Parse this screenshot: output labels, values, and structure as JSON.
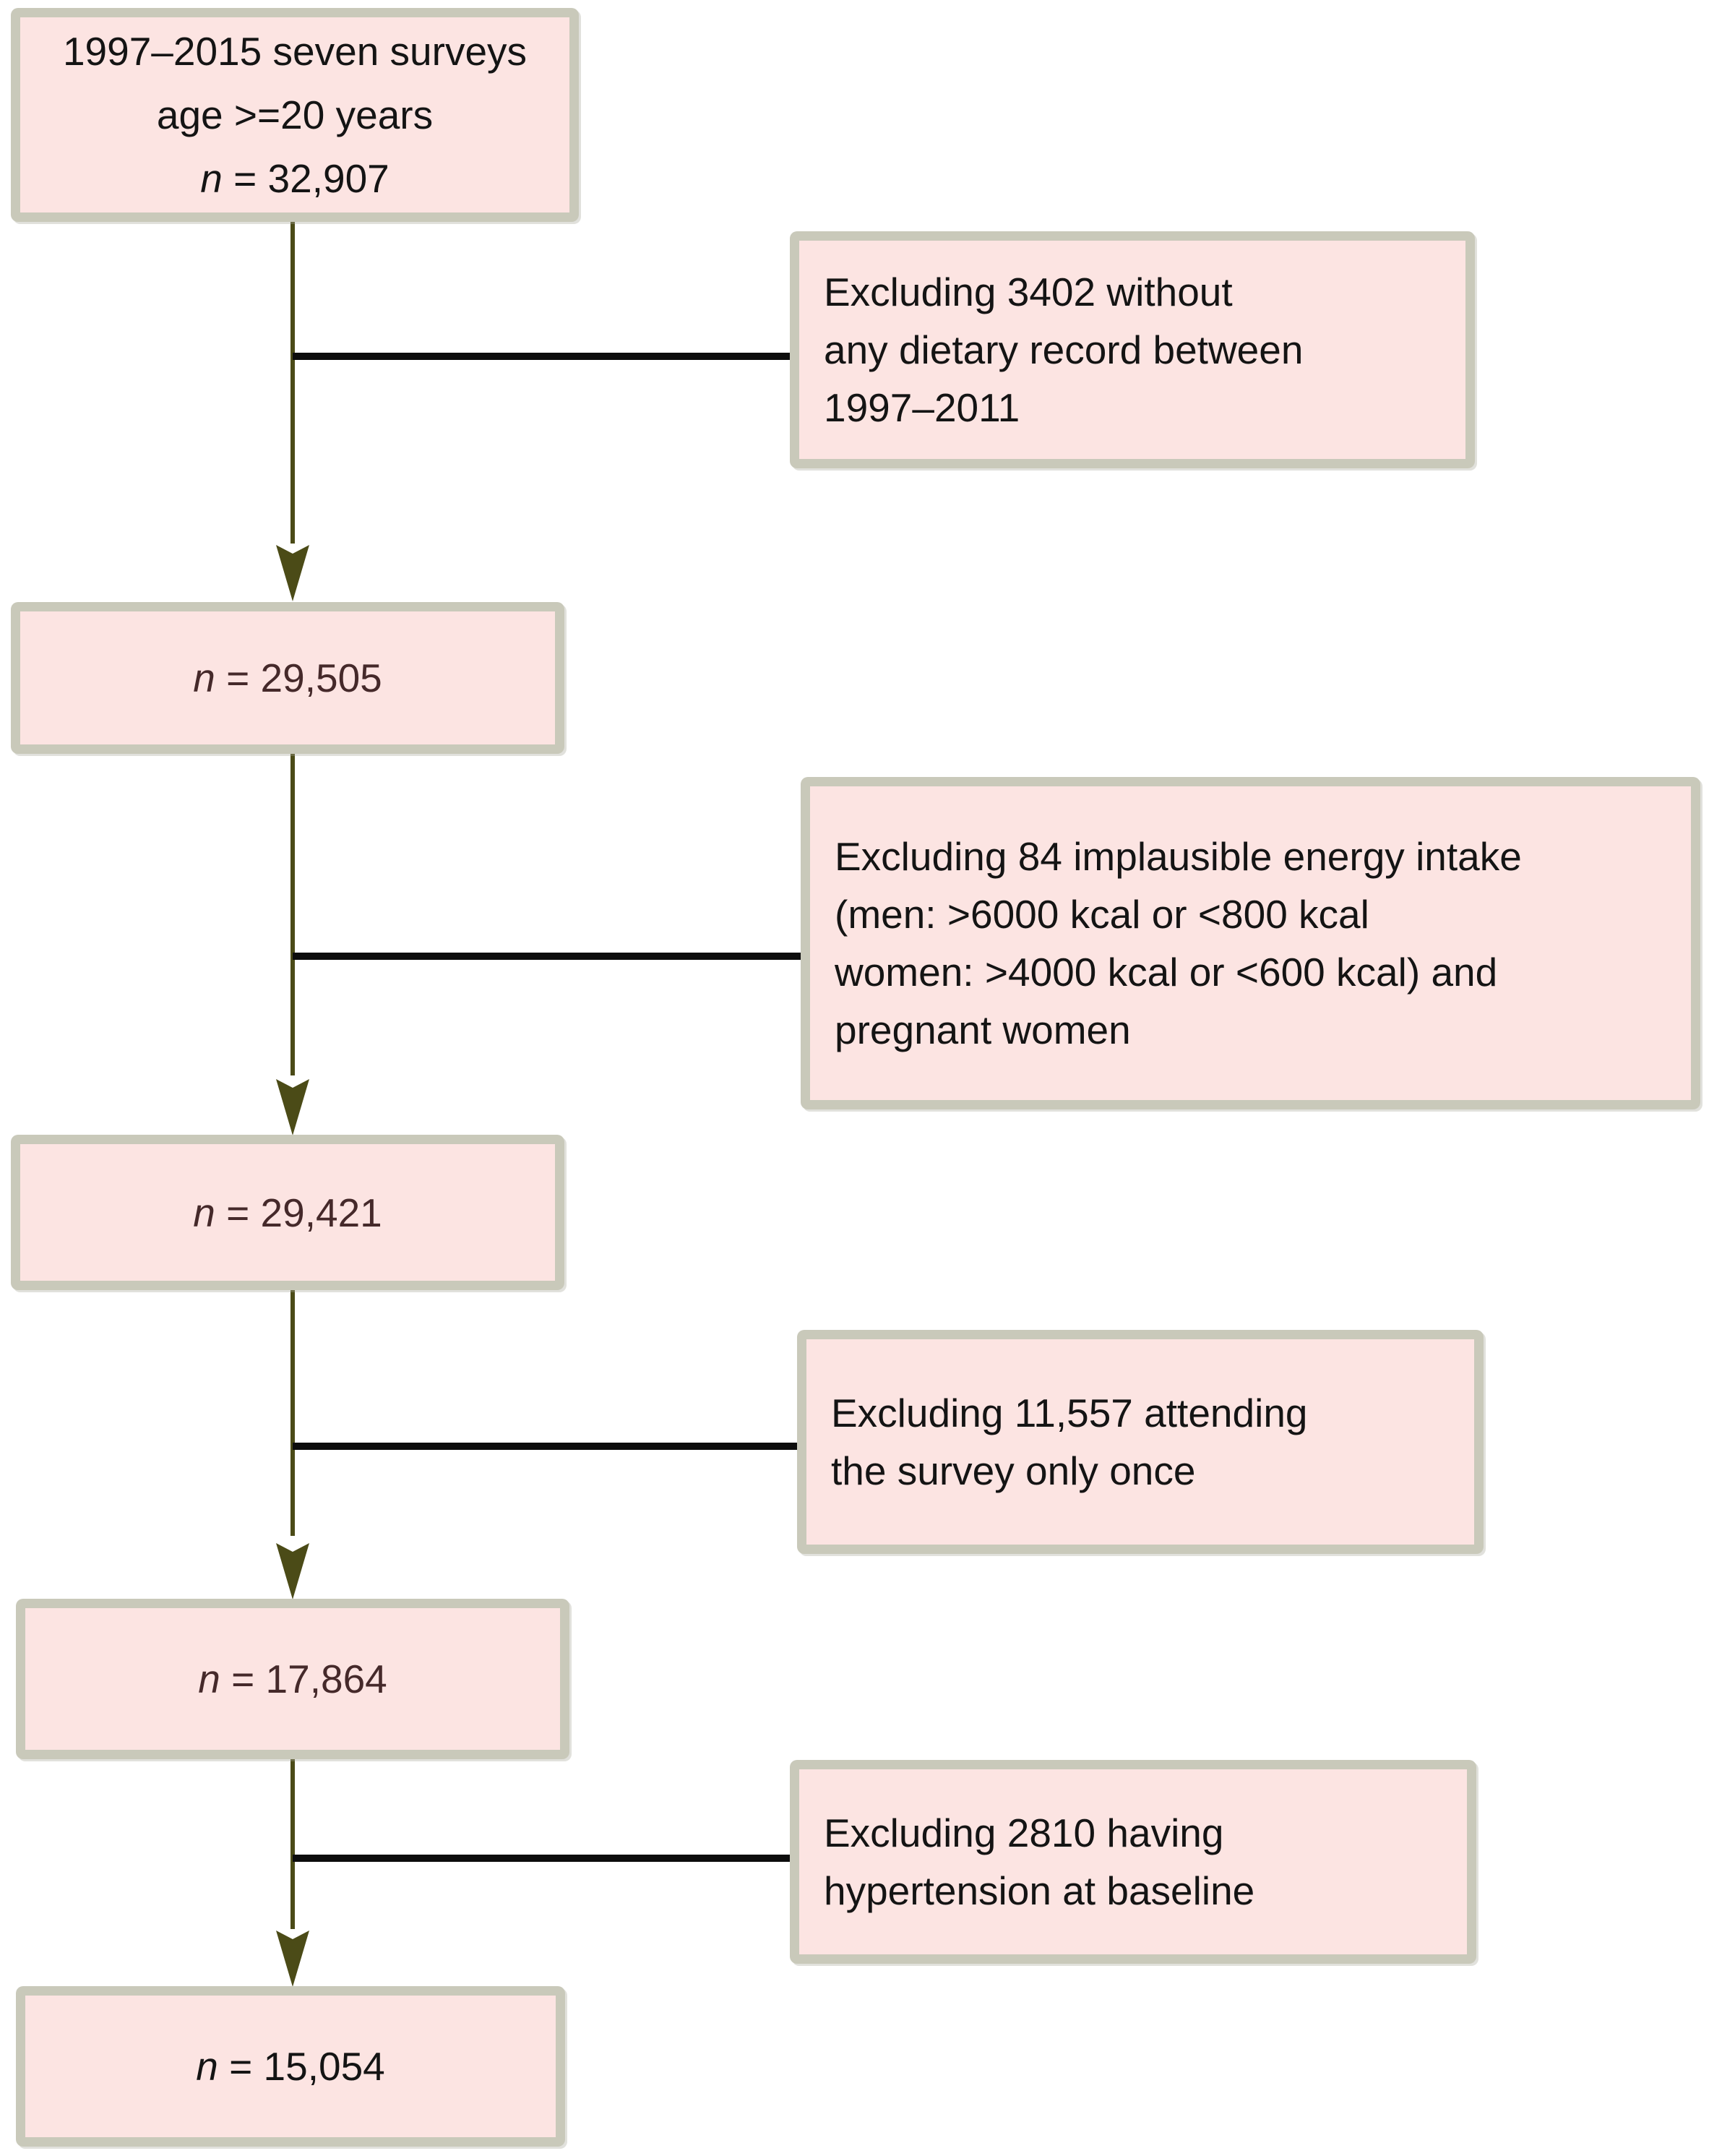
{
  "diagram": {
    "main_boxes": [
      {
        "lines": [
          "1997–2015 seven surveys",
          "age >=20 years"
        ],
        "n_symbol": "n",
        "n_rest": " = 32,907"
      },
      {
        "n_symbol": "n",
        "n_rest": " = 29,505"
      },
      {
        "n_symbol": "n",
        "n_rest": " = 29,421"
      },
      {
        "n_symbol": "n",
        "n_rest": " = 17,864"
      },
      {
        "n_symbol": "n",
        "n_rest": " = 15,054"
      }
    ],
    "exclusion_boxes": [
      {
        "lines": [
          "Excluding 3402 without",
          "any dietary record between",
          "1997–2011"
        ]
      },
      {
        "lines": [
          "Excluding 84 implausible energy intake",
          "(men: >6000 kcal or <800 kcal",
          "women: >4000 kcal or <600 kcal) and",
          "pregnant women"
        ]
      },
      {
        "lines": [
          "Excluding 11,557 attending",
          "the survey only once"
        ]
      },
      {
        "lines": [
          "Excluding 2810 having",
          "hypertension at baseline"
        ]
      }
    ],
    "colors": {
      "box_fill": "#fce4e2",
      "box_border": "#c9c9ba",
      "arrow_olive": "#4b4b17",
      "connector_black": "#0d0d0d",
      "text_black": "#141414",
      "n_text_brown": "#45292a"
    }
  }
}
